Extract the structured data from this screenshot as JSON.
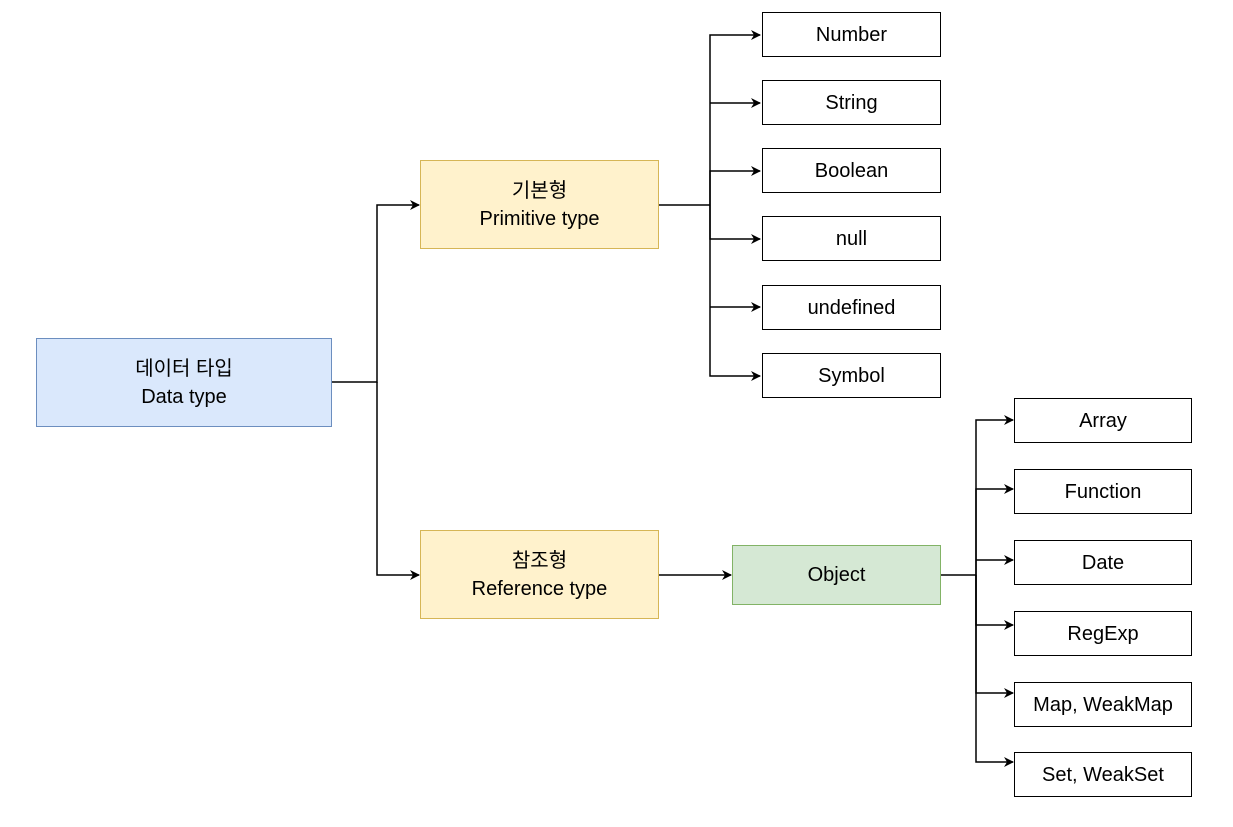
{
  "root": {
    "line1": "데이터 타입",
    "line2": "Data type"
  },
  "primitive": {
    "line1": "기본형",
    "line2": "Primitive type",
    "children": [
      "Number",
      "String",
      "Boolean",
      "null",
      "undefined",
      "Symbol"
    ]
  },
  "reference": {
    "line1": "참조형",
    "line2": "Reference type",
    "object": {
      "label": "Object",
      "children": [
        "Array",
        "Function",
        "Date",
        "RegExp",
        "Map, WeakMap",
        "Set, WeakSet"
      ]
    }
  },
  "colors": {
    "root_fill": "#dae8fc",
    "root_stroke": "#6c8ebf",
    "category_fill": "#fff2cc",
    "category_stroke": "#d6b656",
    "object_fill": "#d5e8d4",
    "object_stroke": "#82b366",
    "connector": "#000000"
  }
}
